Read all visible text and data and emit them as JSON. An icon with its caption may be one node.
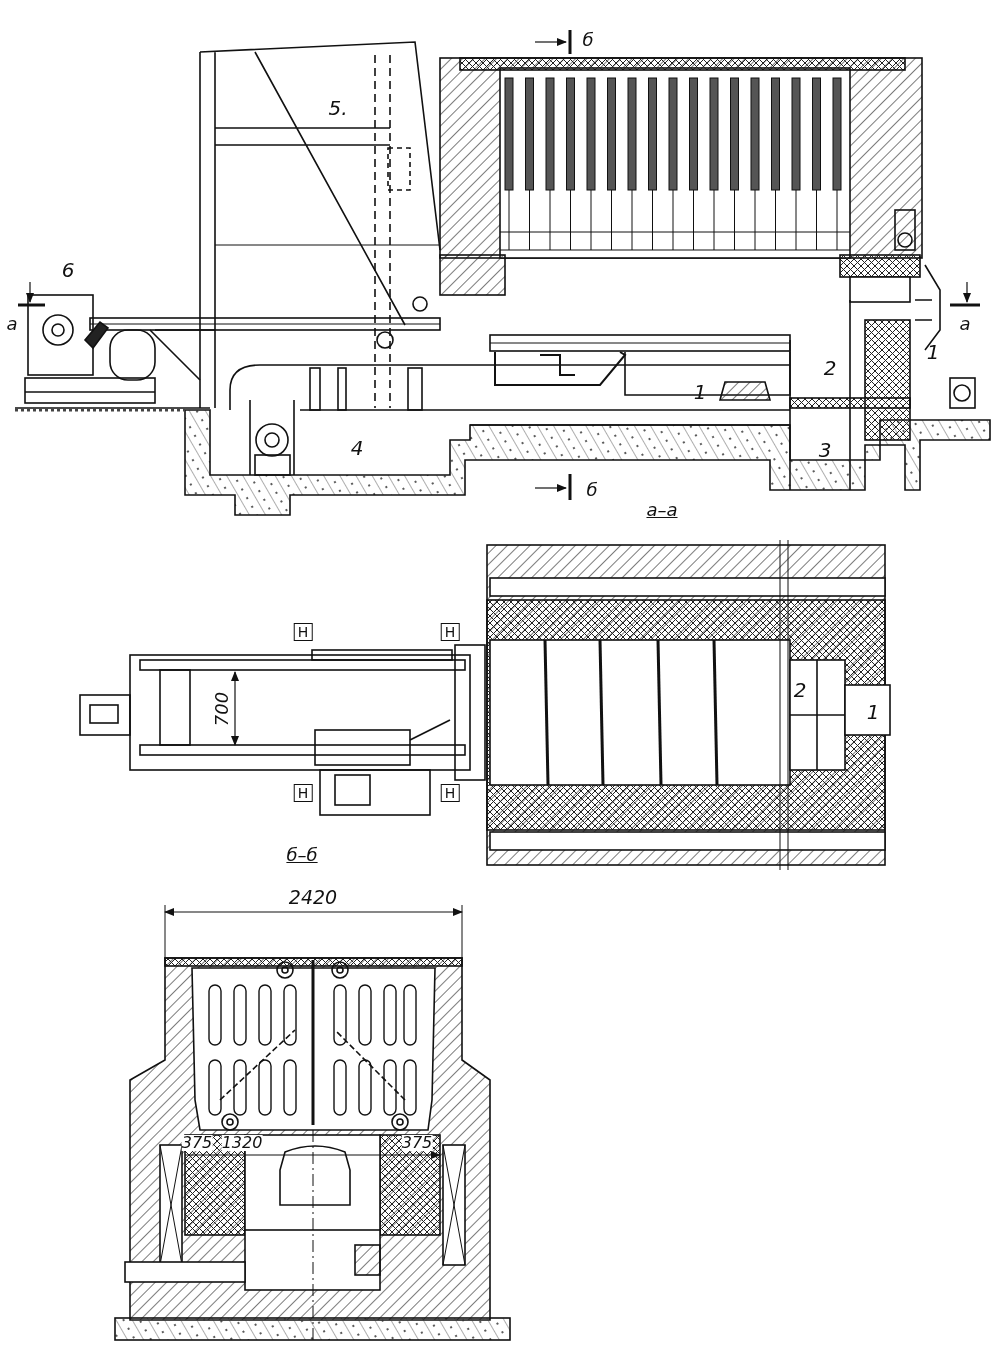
{
  "diagram": {
    "labels": [
      "б",
      "5.",
      "6",
      "а",
      "а",
      "1",
      "2",
      "1",
      "4",
      "3",
      "б",
      "а–а",
      "Н",
      "Н",
      "700",
      "2",
      "1",
      "Н",
      "Н",
      "б–б",
      "2420",
      "375",
      "1320",
      "375"
    ]
  }
}
